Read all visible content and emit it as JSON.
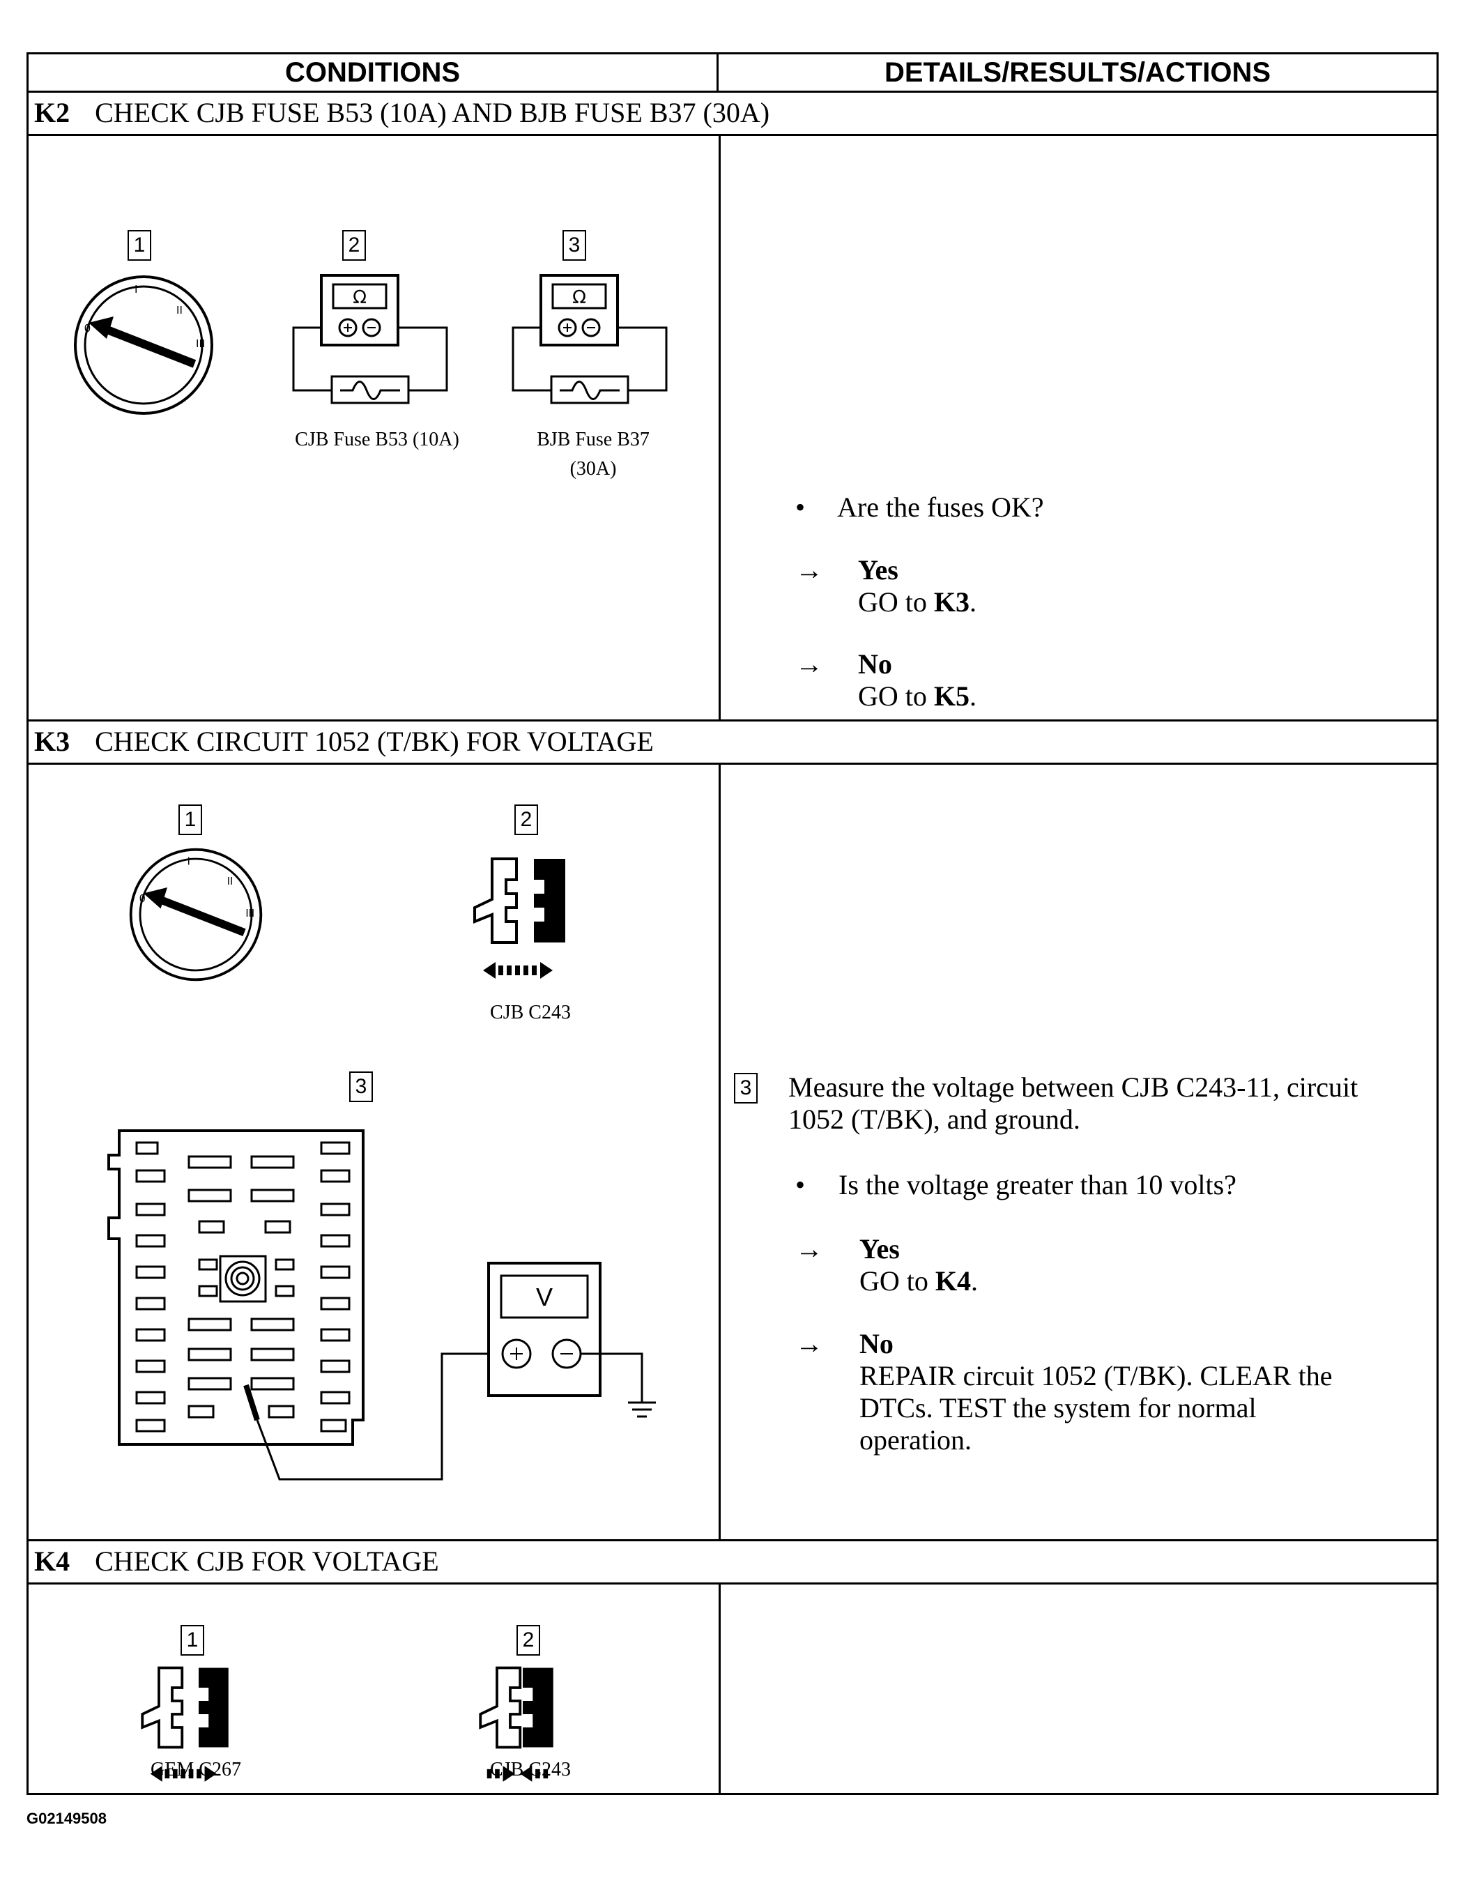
{
  "header": {
    "conditions": "CONDITIONS",
    "details": "DETAILS/RESULTS/ACTIONS"
  },
  "k2": {
    "code": "K2",
    "title": "CHECK CJB FUSE B53 (10A) AND BJB FUSE B37 (30A)",
    "step1": "1",
    "step2": "2",
    "step3": "3",
    "cap2": "CJB Fuse B53 (10A)",
    "cap3a": "BJB Fuse B37",
    "cap3b": "(30A)",
    "ohm": "Ω",
    "bullet": "•",
    "question": "Are the fuses OK?",
    "arrow": "→",
    "yes": "Yes",
    "go_to": "GO to",
    "yes_target": "K3",
    "no": "No",
    "no_target": "K5",
    "period": "."
  },
  "k3": {
    "code": "K3",
    "title": "CHECK CIRCUIT 1052 (T/BK) FOR VOLTAGE",
    "step1": "1",
    "step2": "2",
    "step3": "3",
    "cap2": "CJB C243",
    "volt": "V",
    "instr1": "Measure the voltage between CJB C243-11, circuit",
    "instr2": "1052 (T/BK), and ground.",
    "bullet": "•",
    "question": "Is the voltage greater than 10 volts?",
    "arrow": "→",
    "yes": "Yes",
    "go_to": "GO to",
    "yes_target": "K4",
    "no": "No",
    "no1": "REPAIR circuit 1052 (T/BK). CLEAR the",
    "no2": "DTCs. TEST the system for normal",
    "no3": "operation.",
    "period": "."
  },
  "k4": {
    "code": "K4",
    "title": "CHECK CJB FOR VOLTAGE",
    "step1": "1",
    "step2": "2",
    "cap1": "GEM C267",
    "cap2": "CJB C243"
  },
  "footer": {
    "id": "G02149508"
  }
}
